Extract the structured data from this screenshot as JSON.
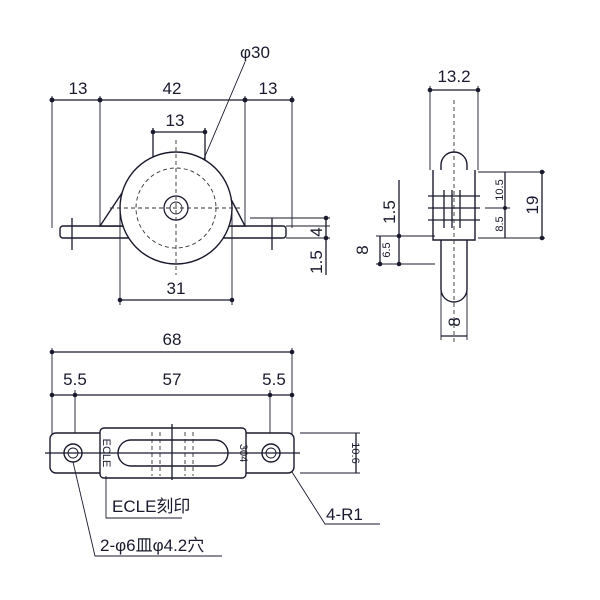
{
  "front_view": {
    "dim_left": "13",
    "dim_width": "42",
    "dim_right": "13",
    "dim_top_tab": "13",
    "dim_wheel_dia": "φ30",
    "dim_wheel_width": "31",
    "dim_plate": "1.5",
    "dim_height": "4"
  },
  "side_view": {
    "dim_width": "13.2",
    "dim_upper": "10.5",
    "dim_lower": "8.5",
    "dim_total": "19",
    "dim_gap": "1.5",
    "dim_left": "8",
    "dim_small": "6.5",
    "dim_bottom": "8"
  },
  "bottom_view": {
    "dim_total": "68",
    "dim_left": "5.5",
    "dim_pitch": "57",
    "dim_right": "5.5",
    "dim_height": "10.6",
    "mark_ecle": "ECLE",
    "mark_material": "304",
    "note_stamp": "ECLE刻印",
    "note_radius": "4-R1",
    "note_holes": "2-φ6皿φ4.2穴"
  }
}
